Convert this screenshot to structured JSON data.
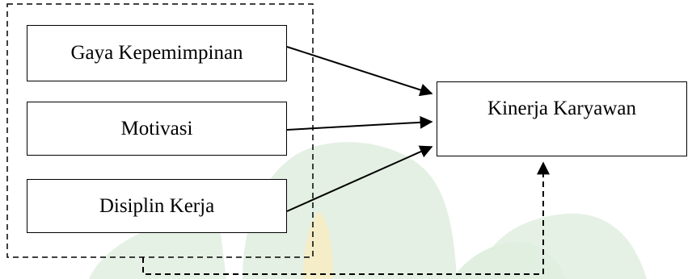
{
  "diagram": {
    "nodes": {
      "gaya": "Gaya Kepemimpinan",
      "motivasi": "Motivasi",
      "disiplin": "Disiplin Kerja",
      "kinerja": "Kinerja Karyawan"
    },
    "edges": [
      {
        "from": "gaya",
        "to": "kinerja",
        "style": "solid"
      },
      {
        "from": "motivasi",
        "to": "kinerja",
        "style": "solid"
      },
      {
        "from": "disiplin",
        "to": "kinerja",
        "style": "solid"
      },
      {
        "from": "independent-group",
        "to": "kinerja",
        "style": "dashed"
      }
    ],
    "group": {
      "members": [
        "gaya",
        "motivasi",
        "disiplin"
      ],
      "border": "dashed"
    }
  },
  "colors": {
    "stroke": "#000000",
    "watermark_green": "#dfeee0",
    "watermark_yellow": "#f6ebc0"
  }
}
